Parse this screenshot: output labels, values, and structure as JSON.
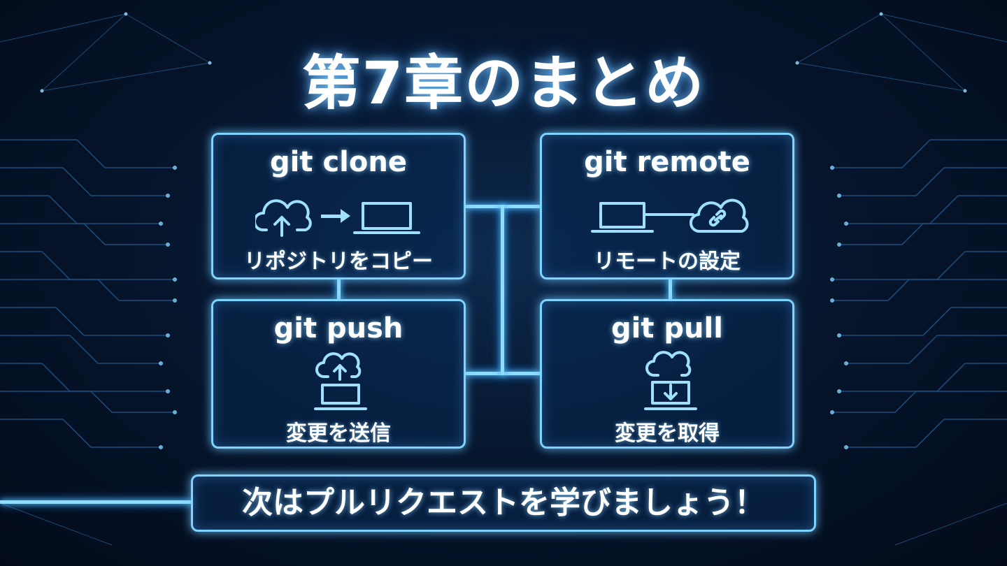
{
  "title": "第7章のまとめ",
  "cards": [
    {
      "command": "git clone",
      "description": "リポジトリをコピー",
      "icon": "cloud-to-laptop-icon"
    },
    {
      "command": "git remote",
      "description": "リモートの設定",
      "icon": "laptop-linked-cloud-icon"
    },
    {
      "command": "git push",
      "description": "変更を送信",
      "icon": "laptop-upload-cloud-icon"
    },
    {
      "command": "git pull",
      "description": "変更を取得",
      "icon": "cloud-download-laptop-icon"
    }
  ],
  "banner": "次はプルリクエストを学びましょう！",
  "colors": {
    "accent": "#7fd3ff",
    "background": "#06162e",
    "text": "#ffffff"
  }
}
